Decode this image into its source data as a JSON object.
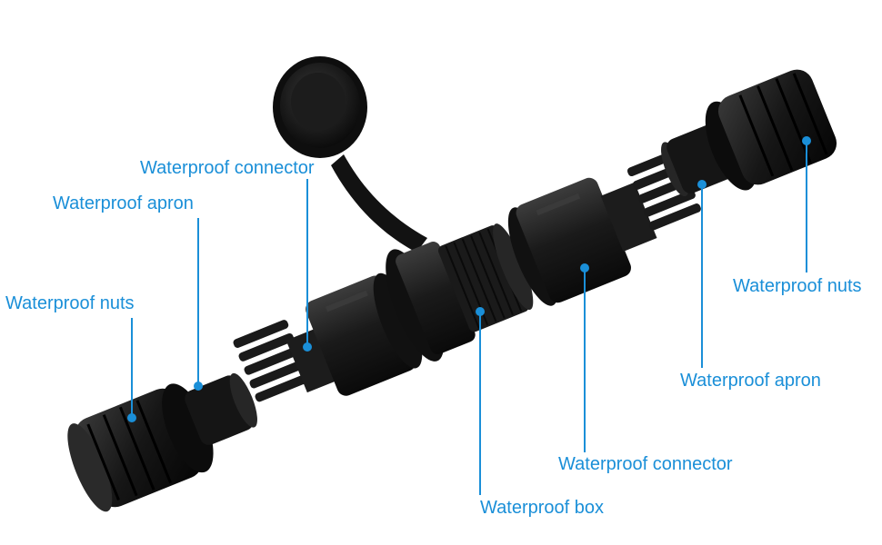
{
  "colors": {
    "label": "#1a8fd8",
    "leader": "#1a8fd8",
    "part_dark": "#141414",
    "part_mid": "#2a2a2a",
    "highlight": "#4a4a4a"
  },
  "labels": {
    "left_connector": "Waterproof connector",
    "left_apron": "Waterproof apron",
    "left_nuts": "Waterproof nuts",
    "right_nuts": "Waterproof nuts",
    "right_apron": "Waterproof apron",
    "right_connector": "Waterproof connector",
    "box": "Waterproof box"
  }
}
